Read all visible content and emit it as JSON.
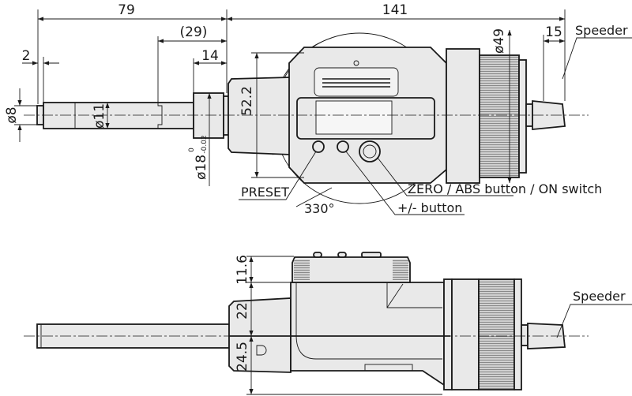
{
  "top_view": {
    "dim_overall_left": "79",
    "dim_overall_right": "141",
    "dim_29": "(29)",
    "dim_2": "2",
    "dim_14": "14",
    "dim_15": "15",
    "dim_d8": "ø8",
    "dim_d11": "ø11",
    "dim_52_2": "52.2",
    "dim_d18": "ø18",
    "dim_d18_tol_upper": "0",
    "dim_d18_tol_lower": "-0.02",
    "dim_d49": "ø49",
    "dim_330": "330°",
    "label_speeder": "Speeder",
    "label_preset": "PRESET",
    "label_zero_abs": "ZERO / ABS button / ON switch",
    "label_plus_minus": "+/- button"
  },
  "side_view": {
    "dim_11_6": "11.6",
    "dim_22": "22",
    "dim_24_5": "24.5",
    "label_speeder": "Speeder"
  }
}
